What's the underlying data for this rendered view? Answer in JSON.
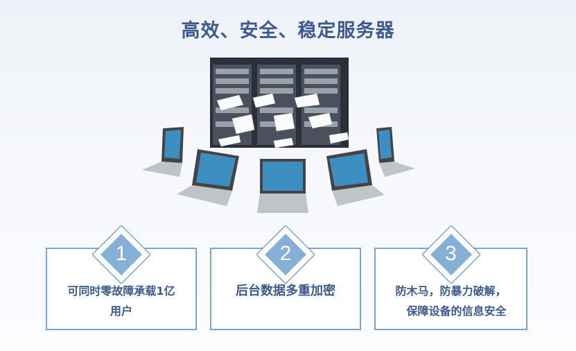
{
  "title": "高效、安全、稳定服务器",
  "cards": [
    {
      "number": "1",
      "lines": [
        "可同时零故障承载1亿",
        "用户"
      ]
    },
    {
      "number": "2",
      "lines": [
        "后台数据多重加密"
      ]
    },
    {
      "number": "3",
      "lines": [
        "防木马，防暴力破解，",
        "保障设备的信息安全"
      ]
    }
  ],
  "colors": {
    "accent": "#85b0d5",
    "title": "#3d5a8c",
    "border": "#7aa3cf"
  }
}
